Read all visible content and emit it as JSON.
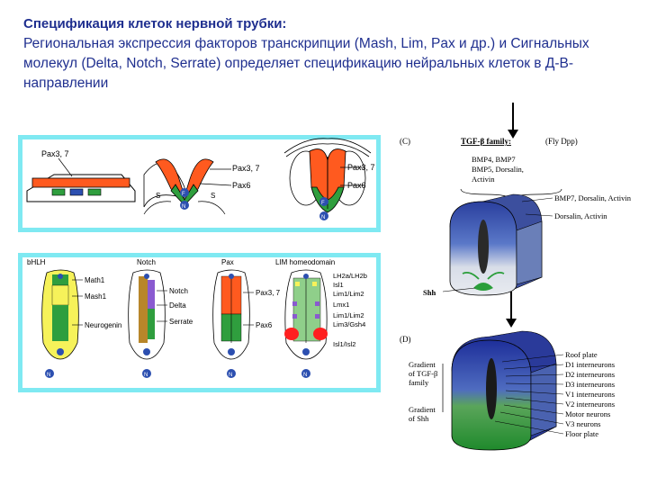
{
  "slide": {
    "title": "Спецификация клеток нервной трубки:",
    "body": "Региональная экспрессия факторов транскрипции (Mash, Lim, Pax и др.) и Сигнальных молекул (Delta, Notch, Serrate) определяет спецификацию нейральных клеток в Д-В-направлении"
  },
  "panel_top": {
    "labels": [
      "Pax3, 7",
      "Pax3, 7",
      "Pax6",
      "Pax3, 7",
      "Pax6",
      "S",
      "S",
      "F",
      "N",
      "F",
      "N"
    ]
  },
  "panel_bottom": {
    "headers": [
      "bHLH",
      "Notch",
      "Pax",
      "LIM homeodomain"
    ],
    "col1": [
      "Math1",
      "Mash1",
      "Neurogenin"
    ],
    "col2": [
      "Notch",
      "Delta",
      "Serrate"
    ],
    "col3": [
      "Pax3, 7",
      "Pax6"
    ],
    "col4": [
      "LH2a/LH2b",
      "Isl1",
      "Lim1/Lim2",
      "Lmx1",
      "Lim1/Lim2",
      "Lim3/Gsh4",
      "Isl1/Isl2"
    ],
    "markers": [
      "F",
      "N",
      "F",
      "N",
      "F",
      "N",
      "F",
      "N"
    ]
  },
  "fig_c": {
    "letter": "(C)",
    "family": "TGF-β family:",
    "fly": "(Fly Dpp)",
    "members": [
      "BMP4, BMP7",
      "BMP5, Dorsalin,",
      "Activin"
    ],
    "label1": "BMP7, Dorsalin, Activin",
    "label2": "Dorsalin, Activin",
    "shh": "Shh"
  },
  "fig_d": {
    "letter": "(D)",
    "grad_tgf": [
      "Gradient",
      "of TGF-β",
      "family"
    ],
    "grad_shh": [
      "Gradient",
      "of Shh"
    ],
    "layers": [
      "Roof plate",
      "D1 interneurons",
      "D2 interneurons",
      "D3 interneurons",
      "V1 interneurons",
      "V2 interneurons",
      "Motor neurons",
      "V3 neurons",
      "Floor plate"
    ]
  },
  "colors": {
    "title": "#1f2f8f",
    "panel_border": "#7fe9f2",
    "orange": "#ff5a1f",
    "green": "#2f9e3e",
    "blue": "#2c4fb0",
    "navy": "#1e2f9a",
    "yellow": "#f6f25a"
  }
}
